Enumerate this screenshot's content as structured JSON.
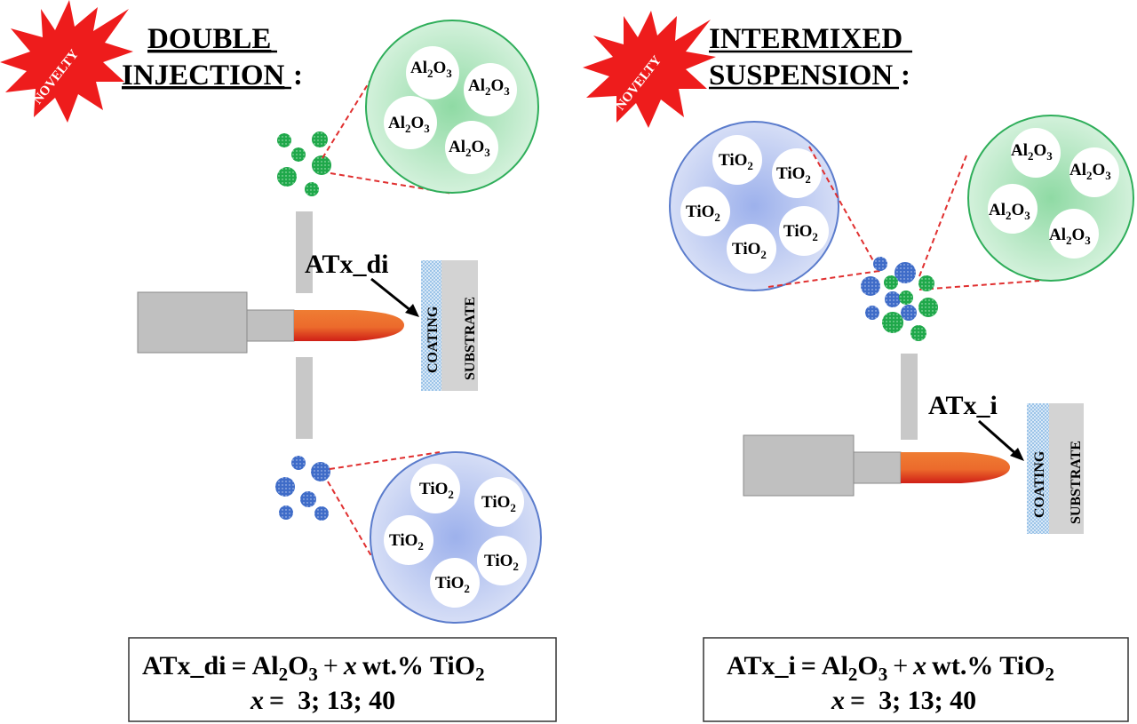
{
  "panels": [
    {
      "id": "double-injection",
      "badge": "NOVELTY",
      "title_line1": "DOUBLE",
      "title_line2": "INJECTION",
      "title_colon": ":",
      "label": "ATx_di",
      "coating_label": "COATING",
      "substrate_label": "SUBSTRATE",
      "alumina_particles": [
        "Al2O3",
        "Al2O3",
        "Al2O3",
        "Al2O3"
      ],
      "titania_particles": [
        "TiO2",
        "TiO2",
        "TiO2",
        "TiO2",
        "TiO2"
      ],
      "formula": {
        "lhs": "ATx_di",
        "eq": "=",
        "al": "Al",
        "al_sub": "2",
        "o": "O",
        "o_sub": "3",
        "plus": "+",
        "x": "x",
        "wt": "wt.% TiO",
        "ti_sub": "2",
        "line2_x": "x",
        "line2_rest": "=  3; 13; 40"
      }
    },
    {
      "id": "intermixed-suspension",
      "badge": "NOVELTY",
      "title_line1": "INTERMIXED",
      "title_line2": "SUSPENSION",
      "title_colon": ":",
      "label": "ATx_i",
      "coating_label": "COATING",
      "substrate_label": "SUBSTRATE",
      "alumina_particles": [
        "Al2O3",
        "Al2O3",
        "Al2O3",
        "Al2O3"
      ],
      "titania_particles": [
        "TiO2",
        "TiO2",
        "TiO2",
        "TiO2",
        "TiO2"
      ],
      "formula": {
        "lhs": "ATx_i",
        "eq": "=",
        "al": "Al",
        "al_sub": "2",
        "o": "O",
        "o_sub": "3",
        "plus": "+",
        "x": "x",
        "wt": "wt.% TiO",
        "ti_sub": "2",
        "line2_x": "x",
        "line2_rest": "=  3; 13; 40"
      }
    }
  ],
  "chem": {
    "al": "Al",
    "al_sub": "2",
    "o": "O",
    "o_sub": "3",
    "ti": "TiO",
    "ti_sub": "2"
  },
  "colors": {
    "alumina": "#1fa84a",
    "titania": "#3f6cc8",
    "flame_outer": "#ee7a30",
    "flame_inner": "#d8261a",
    "torch": "#c0c0c0",
    "badge": "#ee1c1c",
    "zoom_line": "#e03030"
  }
}
